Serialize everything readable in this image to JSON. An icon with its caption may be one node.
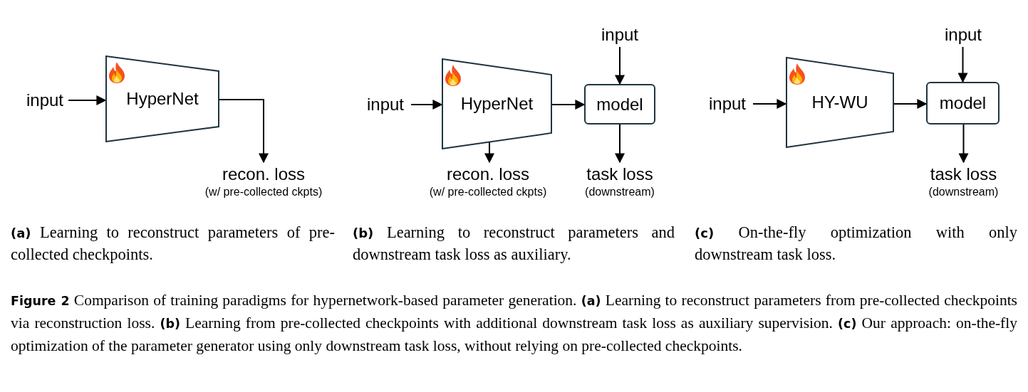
{
  "diagram": {
    "caption": "**Figure 2** Comparison of training paradigms for hypernetwork-based parameter generation. **(a)** Learning to reconstruct parameters from pre-collected checkpoints via reconstruction loss. **(b)** Learning from pre-collected checkpoints with additional downstream task loss as auxiliary supervision. **(c)** Our approach: on-the-fly optimization of the parameter generator using only downstream task loss, without relying on pre-collected checkpoints.",
    "nodes": [
      {
        "text": [
          "input"
        ]
      },
      {
        "text": [
          "HyperNet"
        ]
      },
      {
        "text": [
          "recon. loss",
          "(w/ pre-collected ckpts)"
        ]
      },
      {
        "text": [
          "input"
        ]
      },
      {
        "text": [
          "HyperNet"
        ]
      },
      {
        "text": [
          "model"
        ]
      },
      {
        "text": [
          "input"
        ]
      },
      {
        "text": [
          "recon. loss",
          "(w/ pre-collected ckpts)"
        ]
      },
      {
        "text": [
          "task loss",
          "(downstream)"
        ]
      },
      {
        "text": [
          "input"
        ]
      },
      {
        "text": [
          "HY-WU"
        ]
      },
      {
        "text": [
          "model"
        ]
      },
      {
        "text": [
          "input"
        ]
      },
      {
        "text": [
          "task loss",
          "(downstream)"
        ]
      }
    ],
    "edges": [
      {
        "from": 0,
        "to": 1,
        "arrow": "to"
      },
      {
        "from": 1,
        "to": 2,
        "arrow": "to"
      },
      {
        "from": 3,
        "to": 4,
        "arrow": "to"
      },
      {
        "from": 4,
        "to": 5,
        "arrow": "to"
      },
      {
        "from": 6,
        "to": 5,
        "arrow": "to"
      },
      {
        "from": 4,
        "to": 7,
        "arrow": "to"
      },
      {
        "from": 5,
        "to": 8,
        "arrow": "to"
      },
      {
        "from": 9,
        "to": 10,
        "arrow": "to"
      },
      {
        "from": 10,
        "to": 11,
        "arrow": "to"
      },
      {
        "from": 12,
        "to": 11,
        "arrow": "to"
      },
      {
        "from": 11,
        "to": 13,
        "arrow": "to"
      }
    ],
    "labels": [
      "**(a)** Learning to reconstruct parameters of pre-collected checkpoints.",
      "**(b)** Learning to reconstruct parameters and downstream task loss as auxiliary.",
      "**(c)** On-the-fly optimization with only downstream task loss."
    ]
  }
}
